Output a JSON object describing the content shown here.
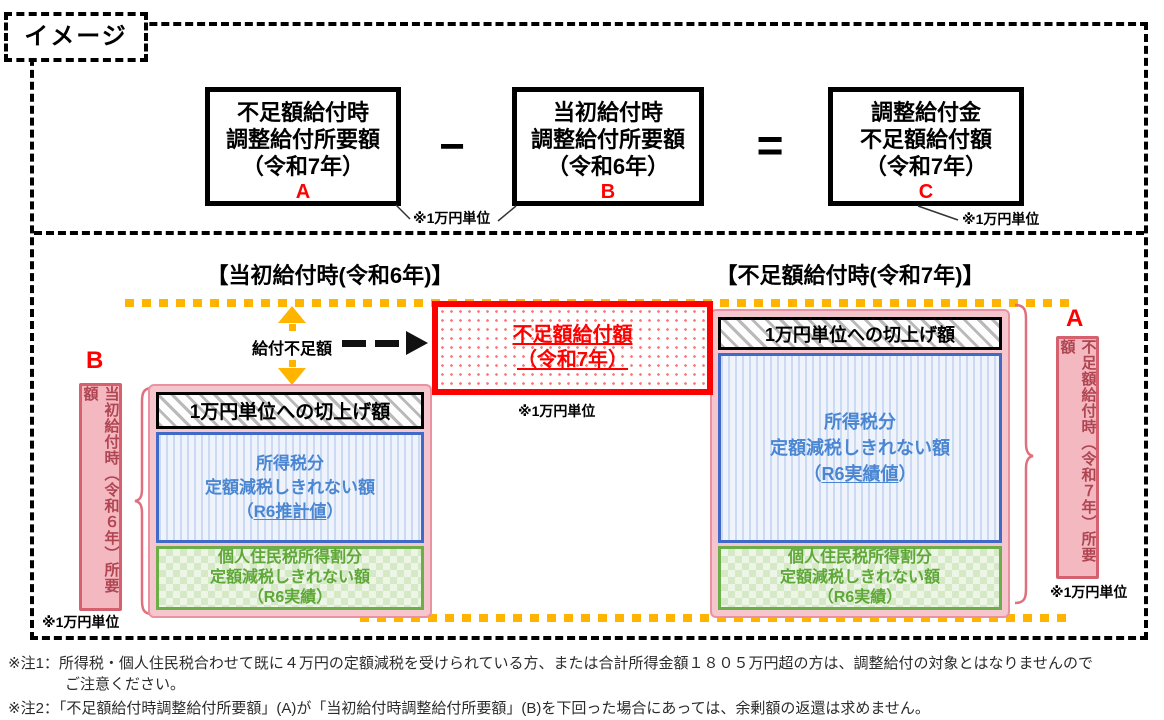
{
  "image_label": "イメージ",
  "formula": {
    "minuend": {
      "lines": [
        "不足額給付時",
        "調整給付所要額",
        "（令和7年）"
      ],
      "letter": "A"
    },
    "operator_minus": "−",
    "subtrahend": {
      "lines": [
        "当初給付時",
        "調整給付所要額",
        "（令和6年）"
      ],
      "letter": "B"
    },
    "operator_equals": "=",
    "result": {
      "lines": [
        "調整給付金",
        "不足額給付額",
        "（令和7年）"
      ],
      "letter": "C"
    },
    "unit_note_ab": "※1万円単位",
    "unit_note_c": "※1万円単位"
  },
  "chart": {
    "left_header": "【当初給付時(令和6年)】",
    "right_header": "【不足額給付時(令和7年)】",
    "shortfall_arrow_label": "給付不足額",
    "shortfall_box": {
      "title": "不足額給付額",
      "subtitle": "（令和7年）",
      "unit_note": "※1万円単位"
    },
    "left_bar": {
      "letter": "B",
      "side_label": "当初給付時（令和６年）所要額",
      "side_unit_note": "※1万円単位",
      "roundup_label": "1万円単位への切上げ額",
      "income_tax_line1": "所得税分",
      "income_tax_line2": "定額減税しきれない額",
      "income_tax_open": "（",
      "income_tax_value": "R6推計値",
      "income_tax_close": "）",
      "resident_line1": "個人住民税所得割分",
      "resident_line2": "定額減税しきれない額",
      "resident_line3": "（R6実績）"
    },
    "right_bar": {
      "letter": "A",
      "side_label": "不足額給付時（令和７年）所要額",
      "side_unit_note": "※1万円単位",
      "roundup_label": "1万円単位への切上げ額",
      "income_tax_line1": "所得税分",
      "income_tax_line2": "定額減税しきれない額",
      "income_tax_open": "（",
      "income_tax_value": "R6実績値",
      "income_tax_close": "）",
      "resident_line1": "個人住民税所得割分",
      "resident_line2": "定額減税しきれない額",
      "resident_line3": "（R6実績）"
    }
  },
  "footnotes": {
    "note1_line1": "※注1：所得税・個人住民税合わせて既に４万円の定額減税を受けられている方、または合計所得金額１８０５万円超の方は、調整給付の対象とはなりませんので",
    "note1_line2": "ご注意ください。",
    "note2": "※注2：「不足額給付時調整給付所要額」(A)が「当初給付時調整給付所要額」(B)を下回った場合にあっては、余剰額の返還は求めません。"
  },
  "colors": {
    "guide_gold": "#FFB400",
    "alert_red": "#FE0000",
    "letter_red": "#FF0000",
    "pink_frame_fill": "#F6C6CE",
    "pink_frame_border": "#E8939F",
    "side_label_fill": "#F4B8C0",
    "side_label_border": "#D5616E",
    "side_label_text": "#B04552",
    "blue_border": "#4169C8",
    "blue_text": "#4A86D2",
    "green_border": "#6CAE47",
    "green_text": "#5FA838"
  }
}
